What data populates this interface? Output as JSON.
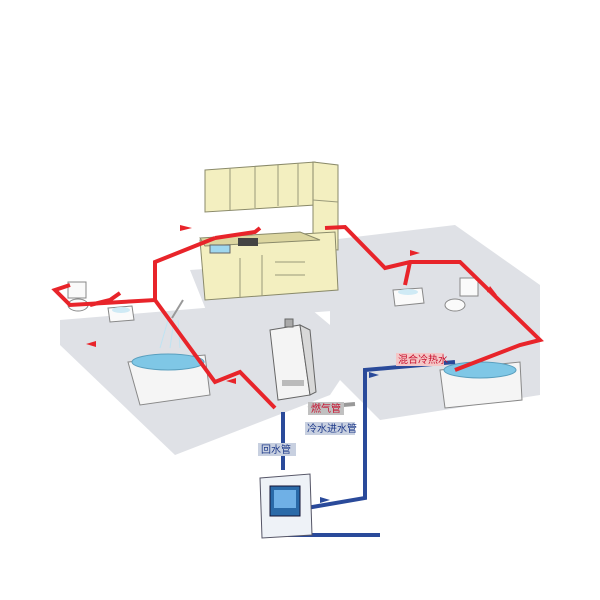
{
  "labels": {
    "gas_pipe": "燃气管",
    "cold_inlet": "冷水进水管",
    "return_pipe": "回水管",
    "mixed_outlet": "混合冷热水"
  },
  "colors": {
    "hot_pipe": "#e8242a",
    "cold_pipe": "#2a4a9a",
    "floor": "#dfe1e6",
    "cabinet": "#f3efc0",
    "water": "#7fc7e6"
  },
  "icons": {
    "flow_arrow": "arrow-icon",
    "heater": "water-heater-icon",
    "controller": "control-panel-icon"
  }
}
